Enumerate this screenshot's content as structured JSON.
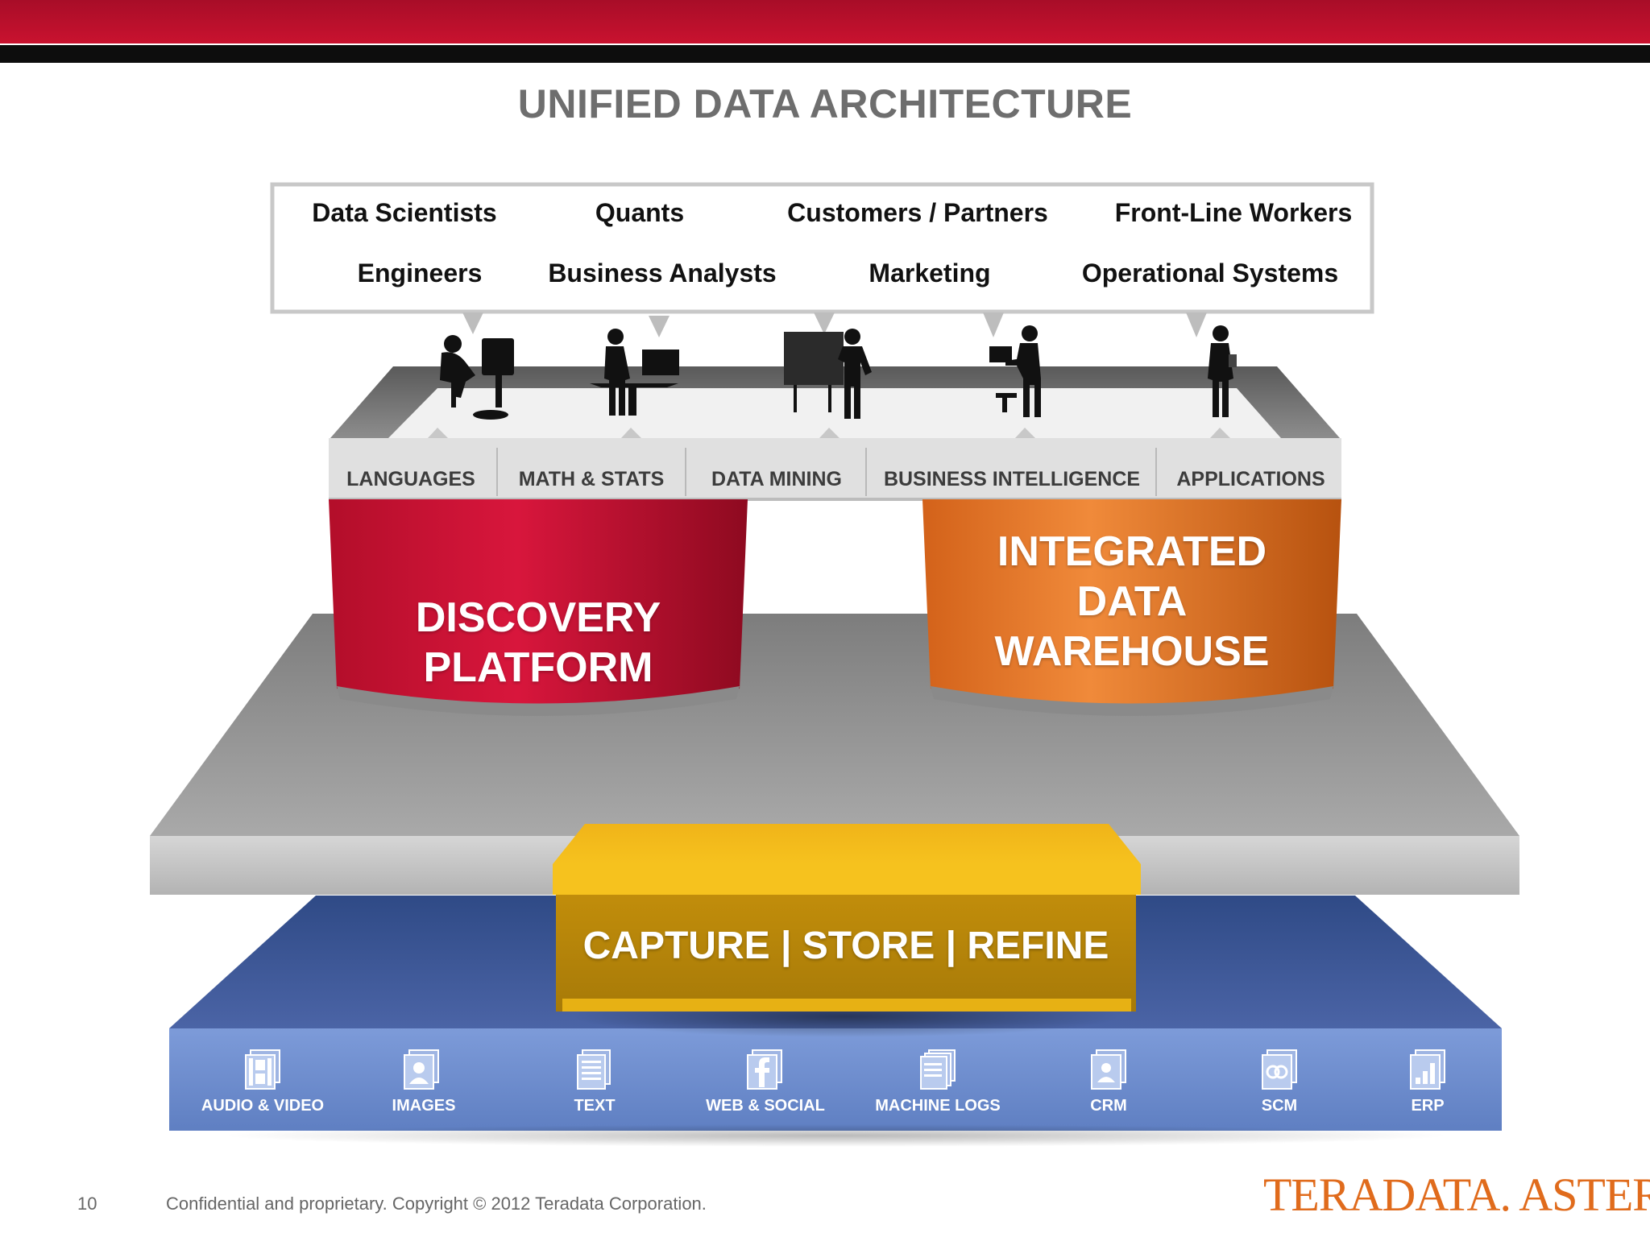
{
  "title": "UNIFIED DATA ARCHITECTURE",
  "users": {
    "row1": [
      "Data Scientists",
      "Quants",
      "Customers / Partners",
      "Front-Line Workers"
    ],
    "row2": [
      "Engineers",
      "Business Analysts",
      "Marketing",
      "Operational Systems"
    ]
  },
  "tools": [
    "LANGUAGES",
    "MATH & STATS",
    "DATA MINING",
    "BUSINESS INTELLIGENCE",
    "APPLICATIONS"
  ],
  "discovery": {
    "line1": "DISCOVERY",
    "line2": "PLATFORM"
  },
  "warehouse": {
    "line1": "INTEGRATED",
    "line2": "DATA",
    "line3": "WAREHOUSE"
  },
  "capture": "CAPTURE | STORE | REFINE",
  "sources": [
    {
      "label": "AUDIO & VIDEO",
      "icon": "film-icon"
    },
    {
      "label": "IMAGES",
      "icon": "image-icon"
    },
    {
      "label": "TEXT",
      "icon": "text-document-icon"
    },
    {
      "label": "WEB & SOCIAL",
      "icon": "facebook-icon"
    },
    {
      "label": "MACHINE LOGS",
      "icon": "log-files-icon"
    },
    {
      "label": "CRM",
      "icon": "crm-contact-icon"
    },
    {
      "label": "SCM",
      "icon": "scm-link-icon"
    },
    {
      "label": "ERP",
      "icon": "erp-chart-icon"
    }
  ],
  "footer": {
    "page_number": "10",
    "copyright": "Confidential and proprietary. Copyright © 2012 Teradata Corporation.",
    "logo_text": "TERADATA. ASTER"
  },
  "colors": {
    "brand_red": "#c3102f",
    "warehouse_orange": "#e0701e",
    "capture_gold": "#c9960c",
    "source_blue": "#6f8fd0"
  }
}
